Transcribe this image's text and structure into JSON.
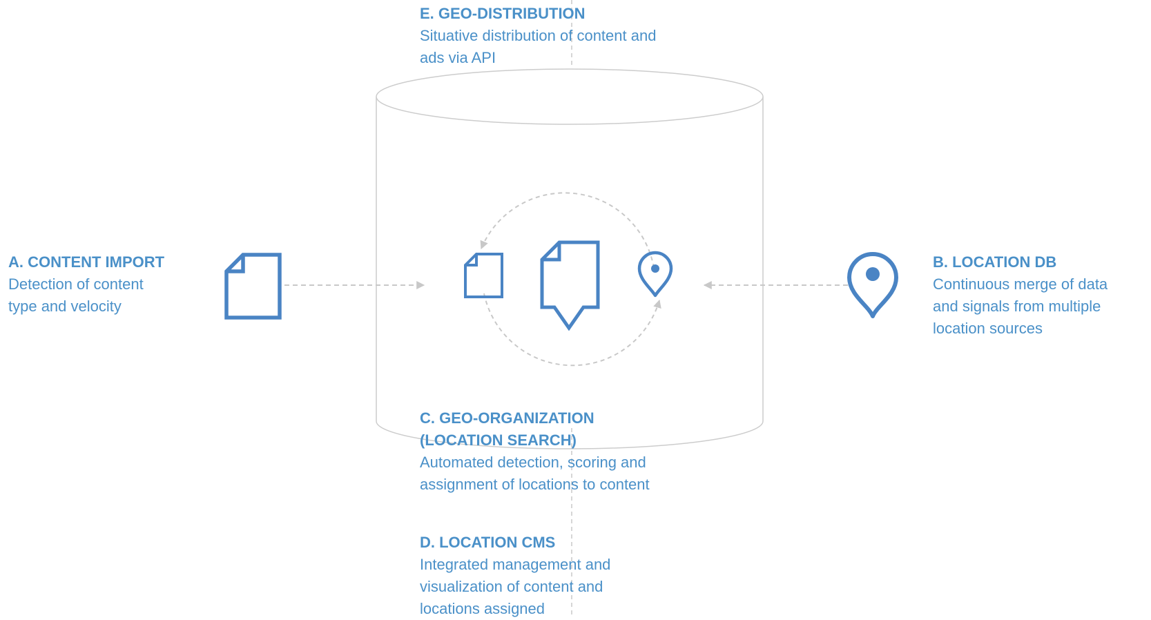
{
  "diagram": {
    "accent_color": "#4a90c8",
    "line_color": "#c8c8c8",
    "cylinder_color": "#cccccc"
  },
  "blocks": {
    "e": {
      "title": "E. GEO-DISTRIBUTION",
      "lines": [
        "Situative distribution of content and",
        "ads via API"
      ]
    },
    "a": {
      "title": "A. CONTENT IMPORT",
      "lines": [
        "Detection of content",
        "type and velocity"
      ]
    },
    "b": {
      "title": "B. LOCATION DB",
      "lines": [
        "Continuous merge of data",
        "and signals from multiple",
        "location sources"
      ]
    },
    "c": {
      "title_lines": [
        "C. GEO-ORGANIZATION",
        "(LOCATION SEARCH)"
      ],
      "lines": [
        "Automated detection, scoring and",
        "assignment of locations to content"
      ]
    },
    "d": {
      "title": "D. LOCATION CMS",
      "lines": [
        "Integrated management and",
        "visualization of content and",
        "locations assigned"
      ]
    }
  },
  "icons": {
    "a": "document-icon",
    "center_left": "document-icon",
    "center_middle": "document-comment-icon",
    "center_right": "location-pin-icon",
    "b": "location-pin-icon"
  }
}
